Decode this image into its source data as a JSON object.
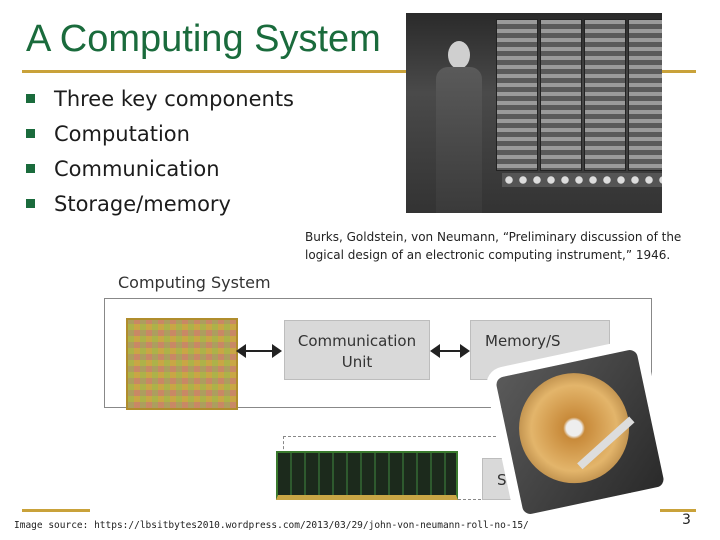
{
  "slide": {
    "title": "A Computing System",
    "page_number": "3",
    "accent_color": "#1a6b3c",
    "rule_color": "#c9a23a"
  },
  "bullets": [
    "Three key components",
    "Computation",
    "Communication",
    "Storage/memory"
  ],
  "citation": "Burks, Goldstein, von Neumann, “Preliminary discussion of the logical design of an electronic computing instrument,” 1946.",
  "diagram": {
    "title": "Computing System",
    "communication_unit": "Communication\nUnit",
    "memory_unit": "Memory/S",
    "storage_unit": "S"
  },
  "image_source": "Image source: https://lbsitbytes2010.wordpress.com/2013/03/29/john-von-neumann-roll-no-15/"
}
